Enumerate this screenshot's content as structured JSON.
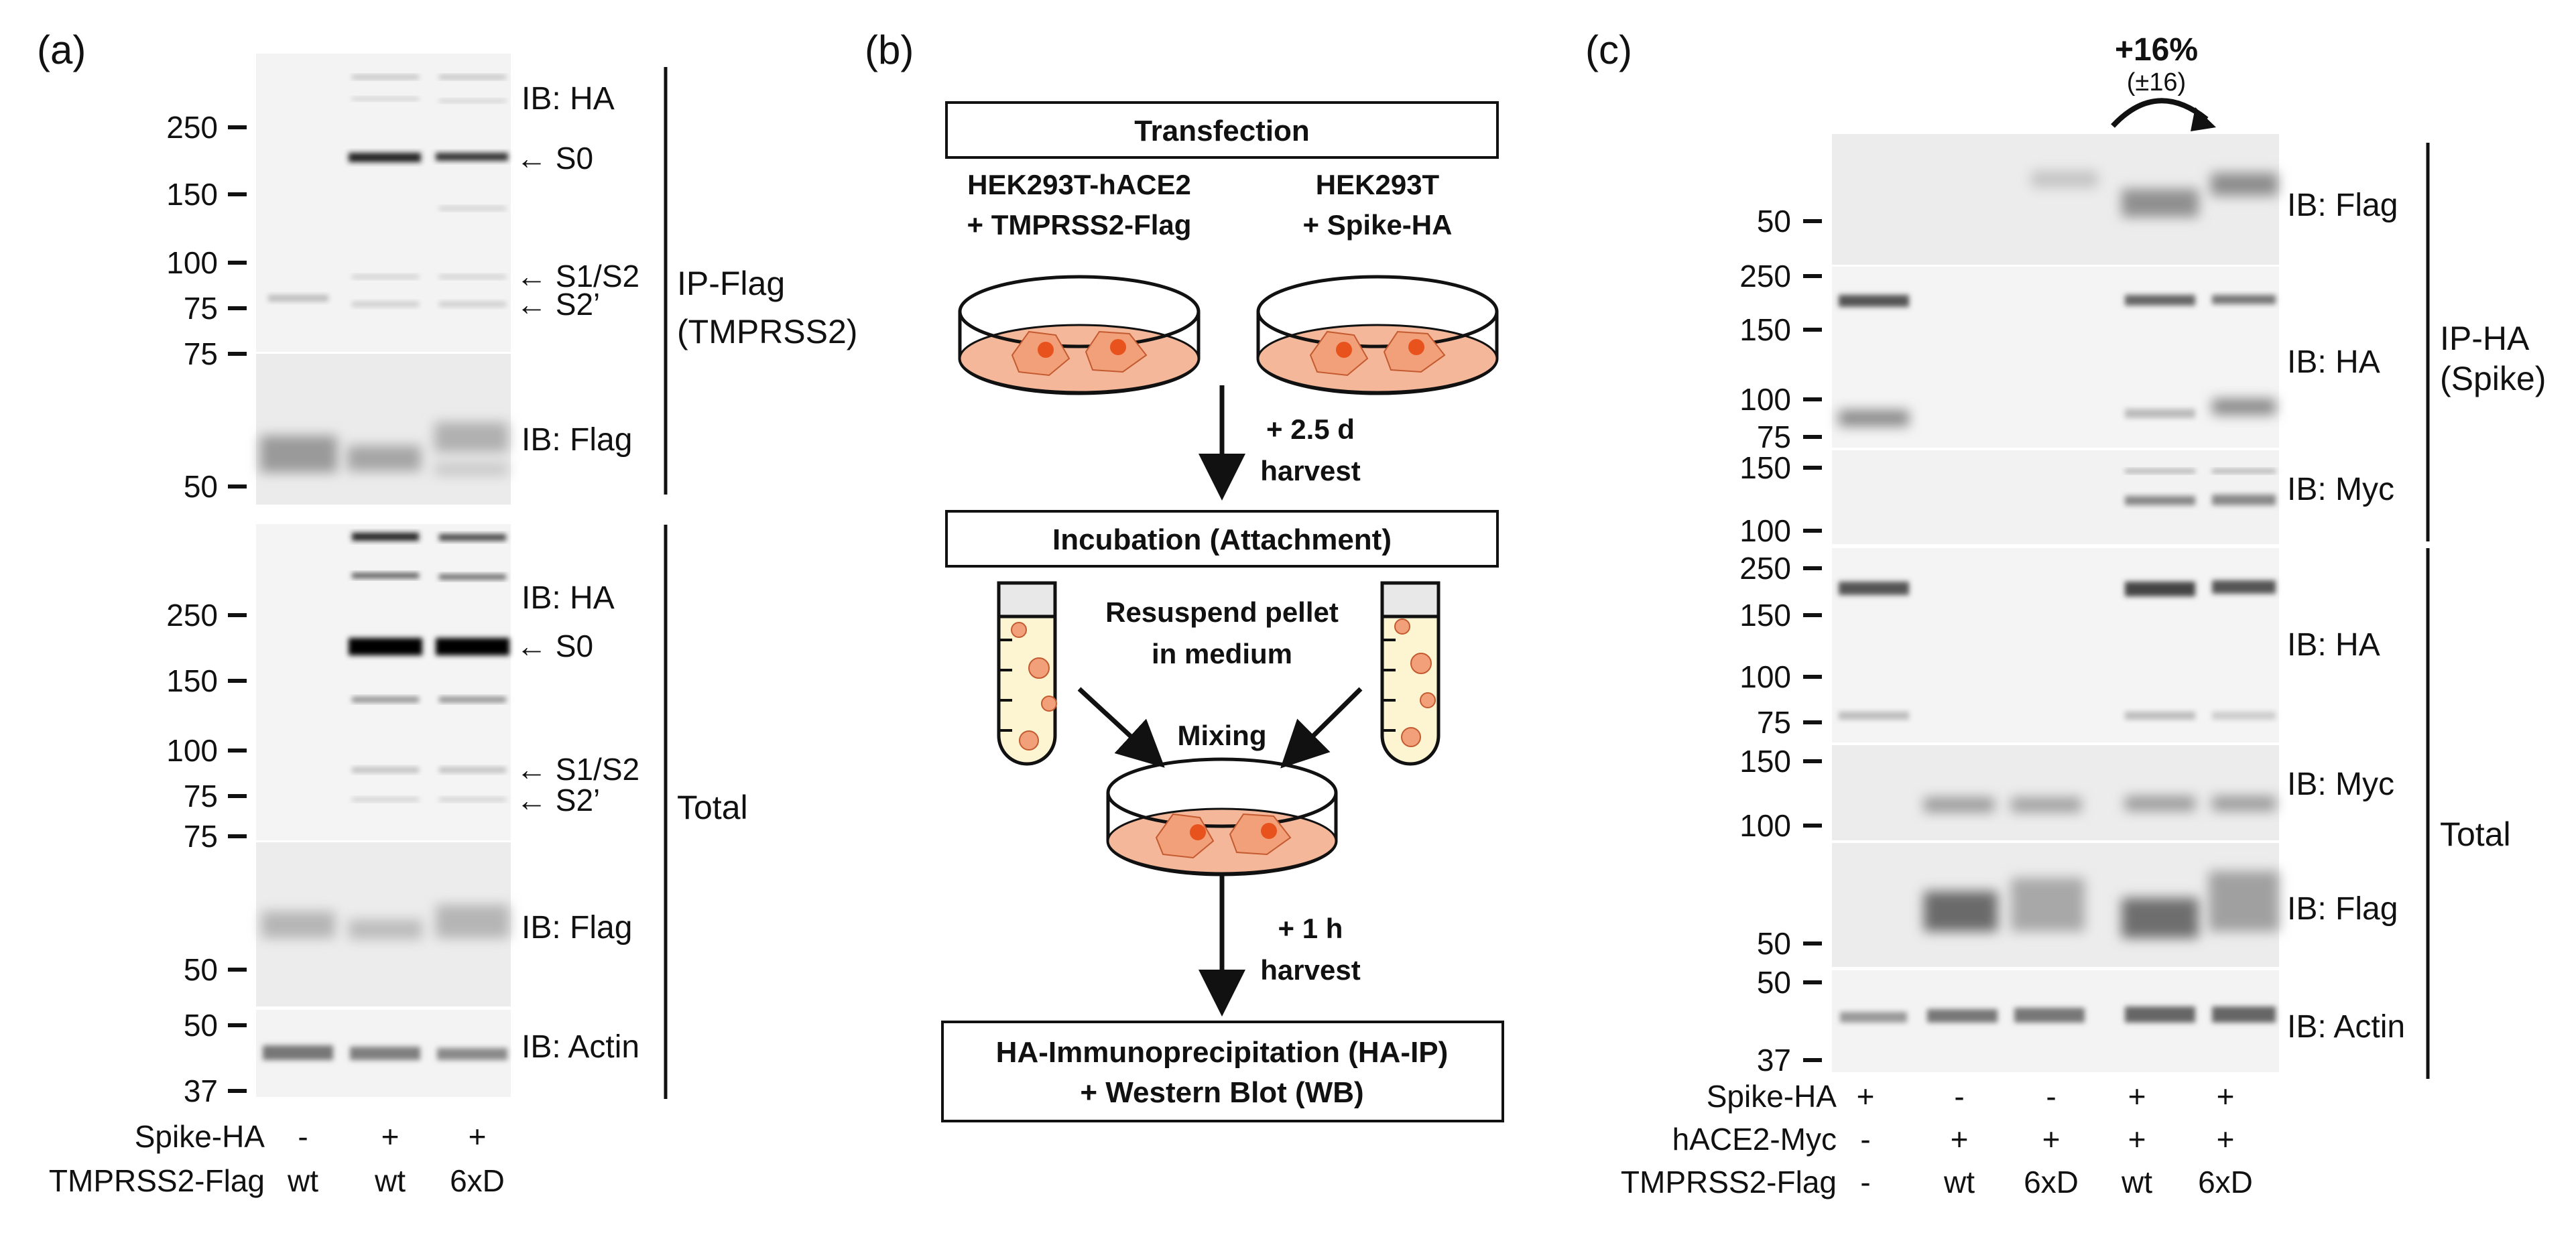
{
  "panels": {
    "a": "(a)",
    "b": "(b)",
    "c": "(c)"
  },
  "panel_a": {
    "mw_ip_s": [
      "250",
      "150",
      "100",
      "75"
    ],
    "mw_ip_f": [
      "75",
      "50"
    ],
    "mw_tot_s": [
      "250",
      "150",
      "100",
      "75"
    ],
    "mw_tot_f": [
      "75",
      "50"
    ],
    "mw_actin": [
      "50",
      "37"
    ],
    "ib_ha_1": "IB: HA",
    "ib_flag_1": "IB: Flag",
    "ib_ha_2": "IB: HA",
    "ib_flag_2": "IB: Flag",
    "ib_actin": "IB: Actin",
    "s0": "← S0",
    "s1s2": "← S1/S2",
    "s2p": "← S2’",
    "s0b": "← S0",
    "s1s2b": "← S1/S2",
    "s2pb": "← S2’",
    "ip_label_1": "IP-Flag",
    "ip_label_2": "(TMPRSS2)",
    "total_label": "Total",
    "row1_label": "Spike-HA",
    "row1": [
      "-",
      "+",
      "+"
    ],
    "row2_label": "TMPRSS2-Flag",
    "row2": [
      "wt",
      "wt",
      "6xD"
    ]
  },
  "panel_b": {
    "transfection": "Transfection",
    "cell1_l1": "HEK293T-hACE2",
    "cell1_l2": "+ TMPRSS2-Flag",
    "cell2_l1": "HEK293T",
    "cell2_l2": "+ Spike-HA",
    "step1_l1": "+ 2.5 d",
    "step1_l2": "harvest",
    "incubation": "Incubation (Attachment)",
    "resuspend_l1": "Resuspend pellet",
    "resuspend_l2": "in medium",
    "mixing": "Mixing",
    "step2_l1": "+ 1 h",
    "step2_l2": "harvest",
    "final_l1": "HA-Immunoprecipitation (HA-IP)",
    "final_l2": "+ Western Blot (WB)"
  },
  "panel_c": {
    "pct": "+16%",
    "pct_sd": "(±16)",
    "mw_flag": [
      "50"
    ],
    "mw_ha_ip": [
      "250",
      "150",
      "100",
      "75"
    ],
    "mw_myc_ip": [
      "150",
      "100"
    ],
    "mw_ha_tot": [
      "250",
      "150",
      "100",
      "75"
    ],
    "mw_myc_tot": [
      "150",
      "100"
    ],
    "mw_flag_tot": [
      "50"
    ],
    "mw_actin": [
      "50",
      "37"
    ],
    "ib_flag_1": "IB: Flag",
    "ib_ha_1": "IB: HA",
    "ib_myc_1": "IB: Myc",
    "ib_ha_2": "IB: HA",
    "ib_myc_2": "IB: Myc",
    "ib_flag_2": "IB: Flag",
    "ib_actin": "IB: Actin",
    "ip_label_1": "IP-HA",
    "ip_label_2": "(Spike)",
    "total_label": "Total",
    "row1_label": "Spike-HA",
    "row1": [
      "+",
      "-",
      "-",
      "+",
      "+"
    ],
    "row2_label": "hACE2-Myc",
    "row2": [
      "-",
      "+",
      "+",
      "+",
      "+"
    ],
    "row3_label": "TMPRSS2-Flag",
    "row3": [
      "-",
      "wt",
      "6xD",
      "wt",
      "6xD"
    ]
  }
}
